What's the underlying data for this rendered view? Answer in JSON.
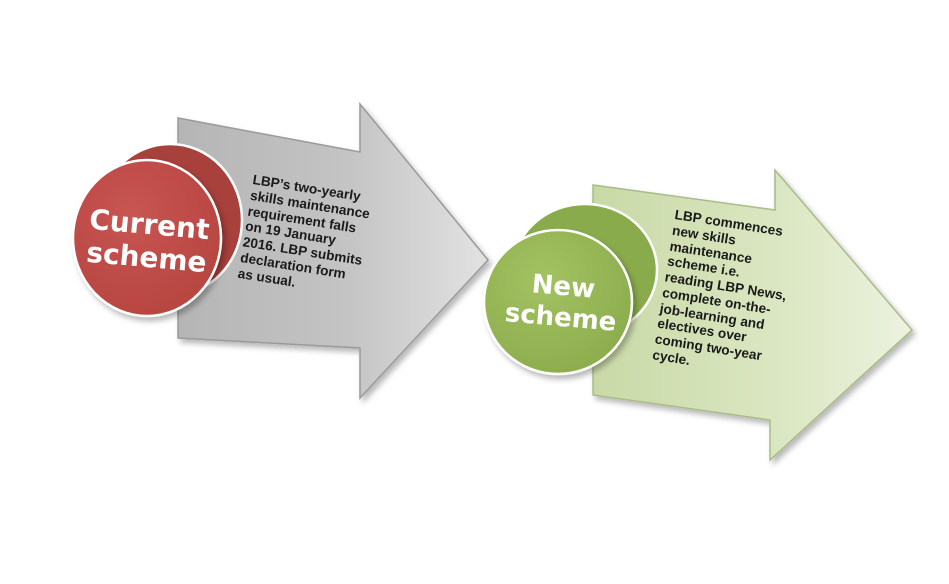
{
  "current": {
    "title_lines": [
      "Current",
      "scheme"
    ],
    "description_lines": [
      "LBP’s two-yearly",
      "skills maintenance",
      "requirement falls",
      "on 19 January",
      "2016. LBP submits",
      "declaration form",
      "as usual."
    ],
    "circle_color": "#c0504d",
    "arrow_color": "#bfbfbf"
  },
  "new": {
    "title_lines": [
      "New",
      "scheme"
    ],
    "description_lines": [
      "LBP commences",
      "new skills",
      "maintenance",
      "scheme i.e.",
      "reading LBP News,",
      "complete on-the-",
      "job-learning  and",
      "electives over",
      "coming two-year",
      "cycle."
    ],
    "circle_color": "#9bbb59",
    "arrow_color": "#d7e4bd"
  }
}
